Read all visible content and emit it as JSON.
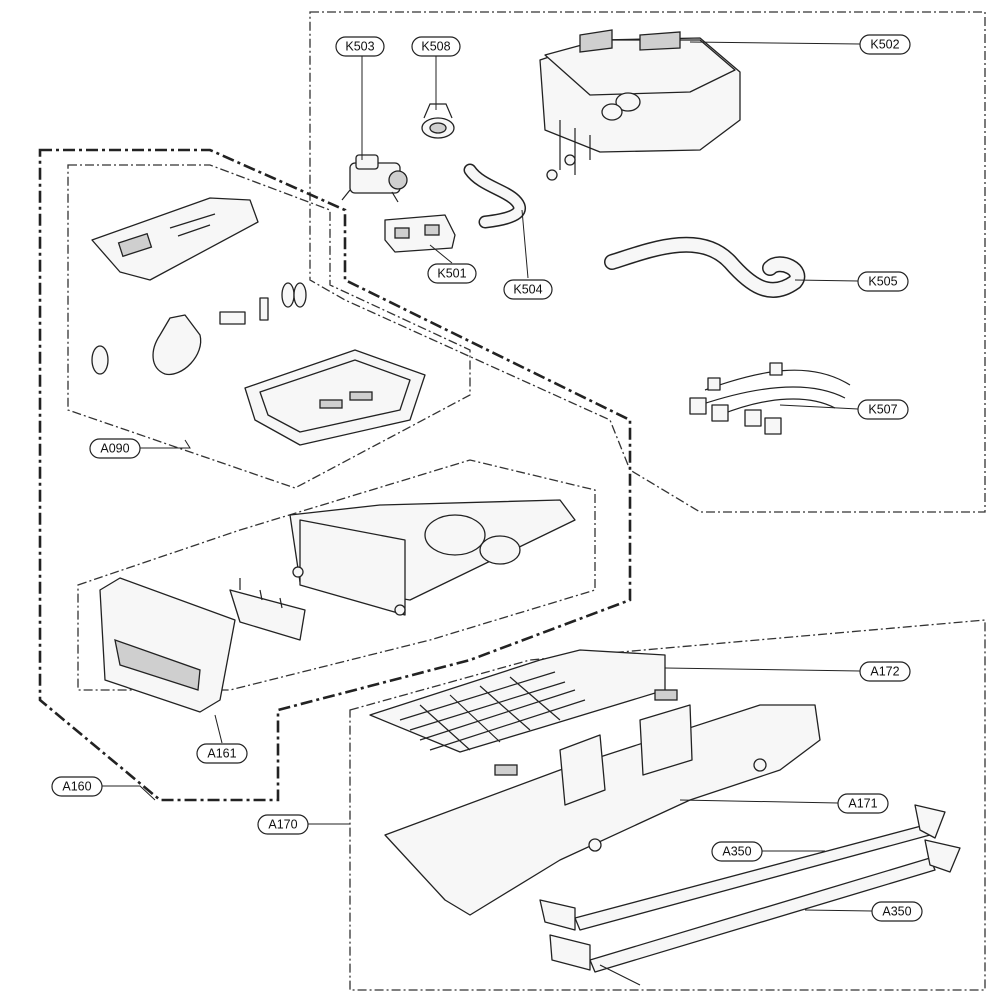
{
  "callouts": {
    "K503": "K503",
    "K508": "K508",
    "K502": "K502",
    "K501": "K501",
    "K504": "K504",
    "K505": "K505",
    "K507": "K507",
    "A090": "A090",
    "A161": "A161",
    "A160": "A160",
    "A172": "A172",
    "A171": "A171",
    "A170": "A170",
    "A350_upper": "A350",
    "A350_lower": "A350"
  }
}
